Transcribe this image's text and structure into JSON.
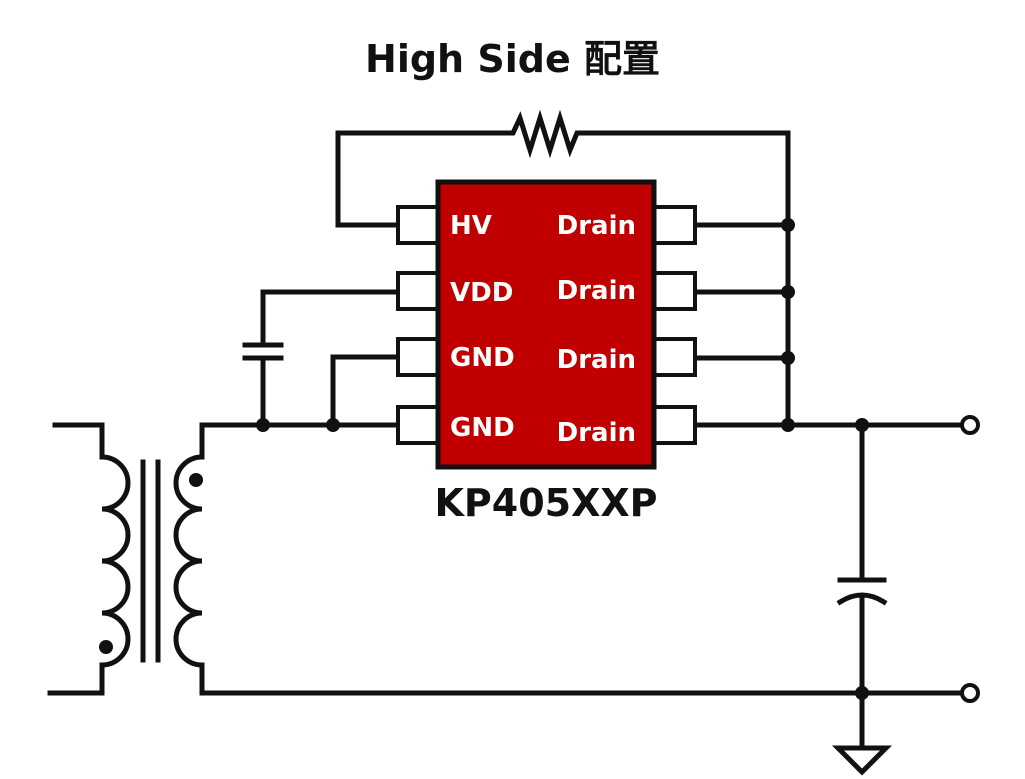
{
  "title": "High Side 配置",
  "chip": {
    "part_number": "KP405XXP",
    "fill_color": "#c00000",
    "left_pins": [
      "HV",
      "VDD",
      "GND",
      "GND"
    ],
    "right_pins": [
      "Drain",
      "Drain",
      "Drain",
      "Drain"
    ]
  },
  "components": [
    "feedback-resistor",
    "vdd-capacitor",
    "transformer",
    "output-capacitor",
    "ground-symbol",
    "output-terminal-top",
    "output-terminal-bottom"
  ]
}
